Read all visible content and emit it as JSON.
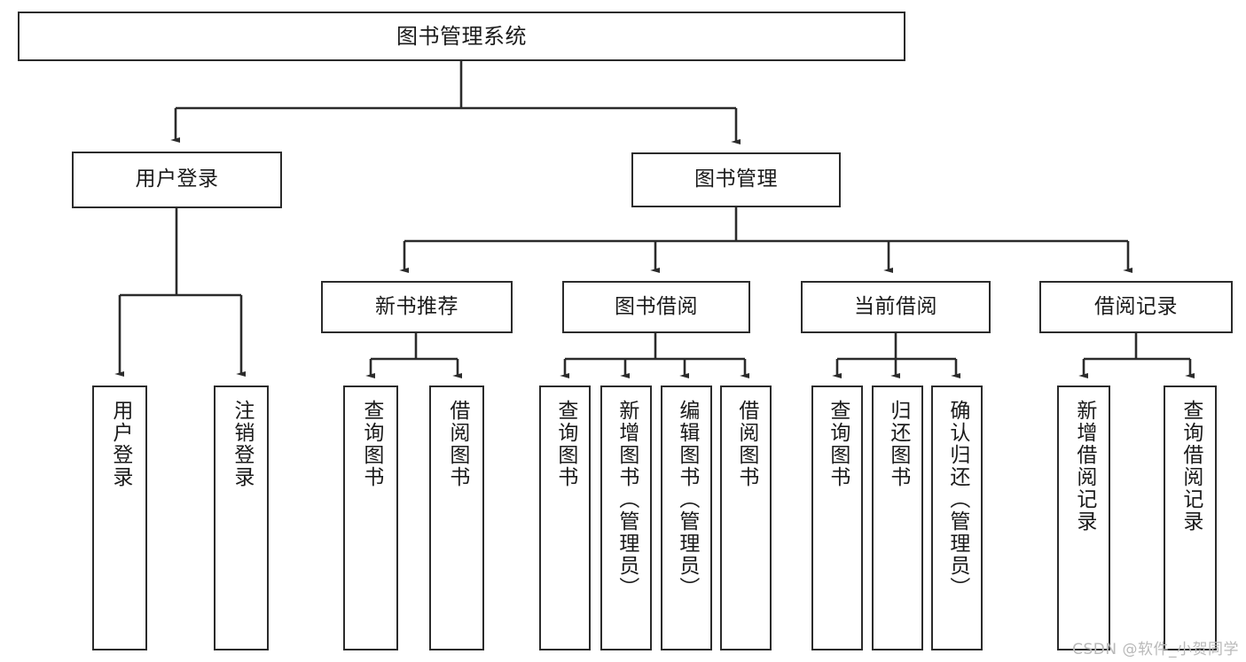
{
  "diagram": {
    "type": "tree-hierarchy-chart",
    "title": "图书管理系统",
    "orientation": "top-down",
    "colors": {
      "box_border": "#2b2b2b",
      "box_fill": "#ffffff",
      "edge": "#2b2b2b",
      "background": "#ffffff",
      "watermark": "#b9b9b9"
    },
    "root": {
      "label": "图书管理系统"
    },
    "level1": [
      {
        "label": "用户登录"
      },
      {
        "label": "图书管理"
      }
    ],
    "level2": [
      {
        "label": "新书推荐"
      },
      {
        "label": "图书借阅"
      },
      {
        "label": "当前借阅"
      },
      {
        "label": "借阅记录"
      }
    ],
    "leaves": {
      "user_login": [
        {
          "label": "用户登录"
        },
        {
          "label": "注销登录"
        }
      ],
      "new_book_recommend": [
        {
          "label": "查询图书"
        },
        {
          "label": "借阅图书"
        }
      ],
      "book_borrow": [
        {
          "label": "查询图书"
        },
        {
          "label": "新增图书（管理员）"
        },
        {
          "label": "编辑图书（管理员）"
        },
        {
          "label": "借阅图书"
        }
      ],
      "current_borrow": [
        {
          "label": "查询图书"
        },
        {
          "label": "归还图书"
        },
        {
          "label": "确认归还（管理员）"
        }
      ],
      "borrow_record": [
        {
          "label": "新增借阅记录"
        },
        {
          "label": "查询借阅记录"
        }
      ]
    },
    "watermark": "CSDN @软件_小贺同学"
  }
}
